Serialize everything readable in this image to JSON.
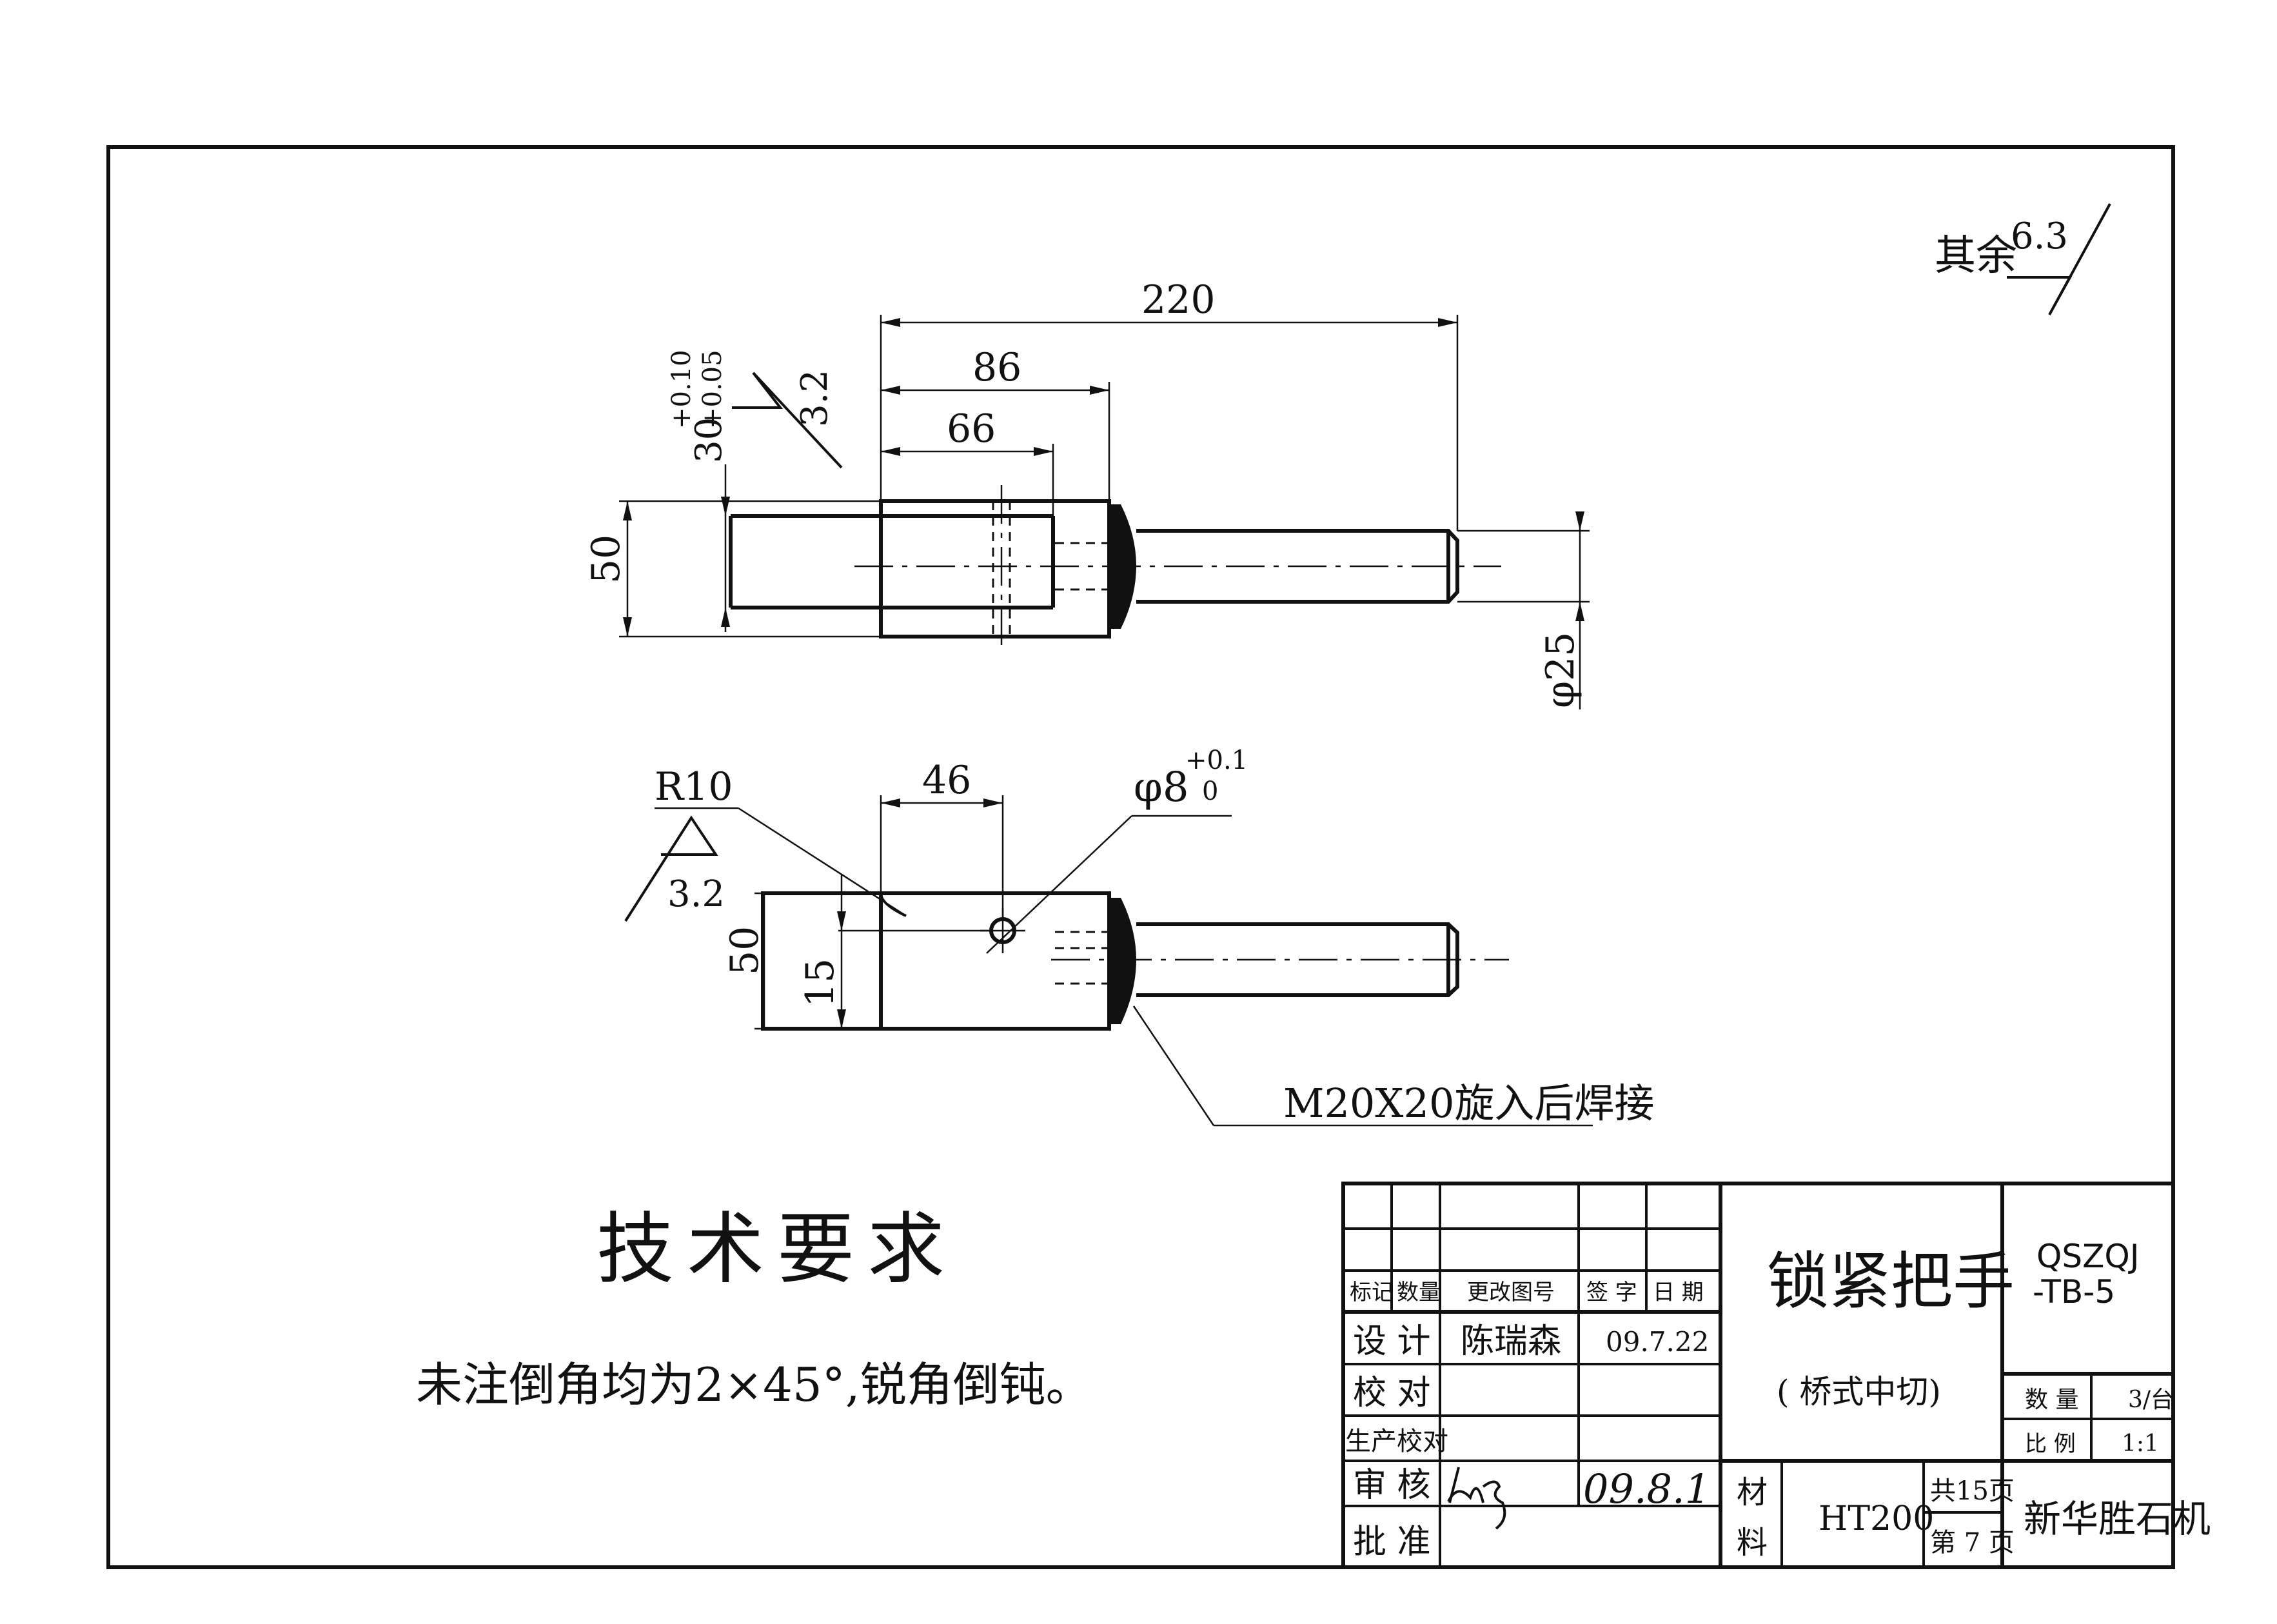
{
  "roughness_note": {
    "prefix": "其余",
    "value": "6.3"
  },
  "view_top": {
    "dim_total": "220",
    "dim_86": "86",
    "dim_66": "66",
    "dim_height": "50",
    "dim_dia": "φ25",
    "slot_dim": "30",
    "slot_tol_upper": "+0.10",
    "slot_tol_lower": "+0.05",
    "roughness": "3.2"
  },
  "view_bottom": {
    "dim_radius": "R10",
    "dim_46": "46",
    "hole_dia": "φ8",
    "hole_tol_upper": "+0.1",
    "hole_tol_lower": "0",
    "roughness": "3.2",
    "dim_height": "50",
    "dim_15": "15",
    "weld_note": "M20X20旋入后焊接"
  },
  "tech_requirements": {
    "heading": "技术要求",
    "text": "未注倒角均为2×45°,锐角倒钝。"
  },
  "title_block": {
    "headers": {
      "mark": "标记",
      "qty": "数量",
      "change_no": "更改图号",
      "sign": "签 字",
      "date": "日 期"
    },
    "rows": {
      "design": "设 计",
      "check": "校 对",
      "production_check": "生产校对",
      "review": "审 核",
      "approve": "批 准"
    },
    "designer": "陈瑞森",
    "design_date": "09.7.22",
    "review_date": "09.8.1",
    "part_name": "锁紧把手",
    "part_subtitle": "( 桥式中切)",
    "drawing_no_line1": "QSZQJ",
    "drawing_no_line2": "-TB-5",
    "material_label_1": "材",
    "material_label_2": "料",
    "material": "HT200",
    "total_pages": "共15页",
    "page_no": "第 7 页",
    "qty_label": "数 量",
    "qty_value": "3/台",
    "scale_label": "比 例",
    "scale_value": "1:1",
    "company": "新华胜石机"
  }
}
